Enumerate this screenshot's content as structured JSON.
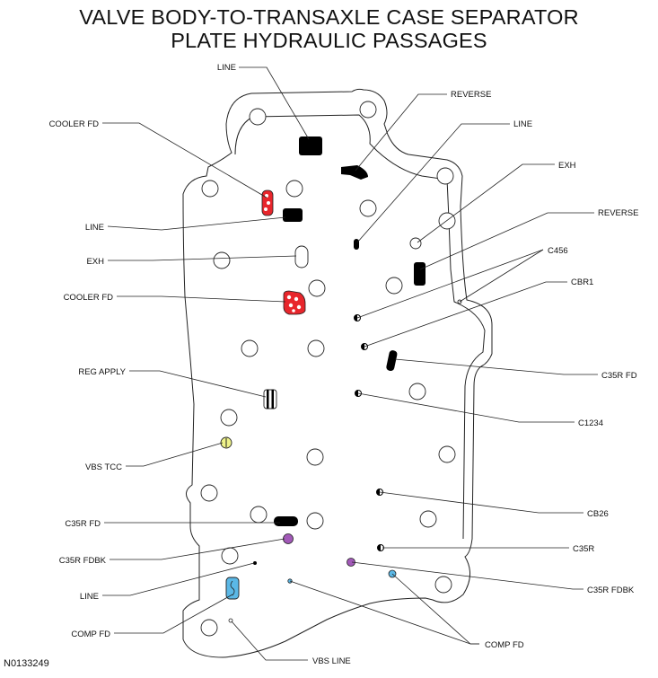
{
  "title": {
    "line1": "VALVE BODY-TO-TRANSAXLE CASE SEPARATOR",
    "line2": "PLATE HYDRAULIC PASSAGES"
  },
  "figure_id": "N0133249",
  "labels": {
    "line_top": "LINE",
    "reverse_top": "REVERSE",
    "line_right": "LINE",
    "cooler_fd_top": "COOLER FD",
    "exh_right": "EXH",
    "reverse_right": "REVERSE",
    "line_left": "LINE",
    "c456": "C456",
    "exh_left": "EXH",
    "cbr1": "CBR1",
    "cooler_fd_left": "COOLER FD",
    "reg_apply": "REG APPLY",
    "c35r_fd_right": "C35R FD",
    "c1234": "C1234",
    "vbs_tcc": "VBS TCC",
    "cb26": "CB26",
    "c35r_fd_left": "C35R FD",
    "c35r_fdbk_left": "C35R FDBK",
    "c35r": "C35R",
    "line_bottom": "LINE",
    "c35r_fdbk_right": "C35R FDBK",
    "comp_fd_left": "COMP FD",
    "comp_fd_right": "COMP FD",
    "vbs_line": "VBS LINE"
  },
  "colors": {
    "cooler_red": "#e8262c",
    "vbs_tcc_yellow": "#eef28a",
    "fdbk_purple": "#a259b8",
    "comp_blue": "#5bb8e6"
  }
}
